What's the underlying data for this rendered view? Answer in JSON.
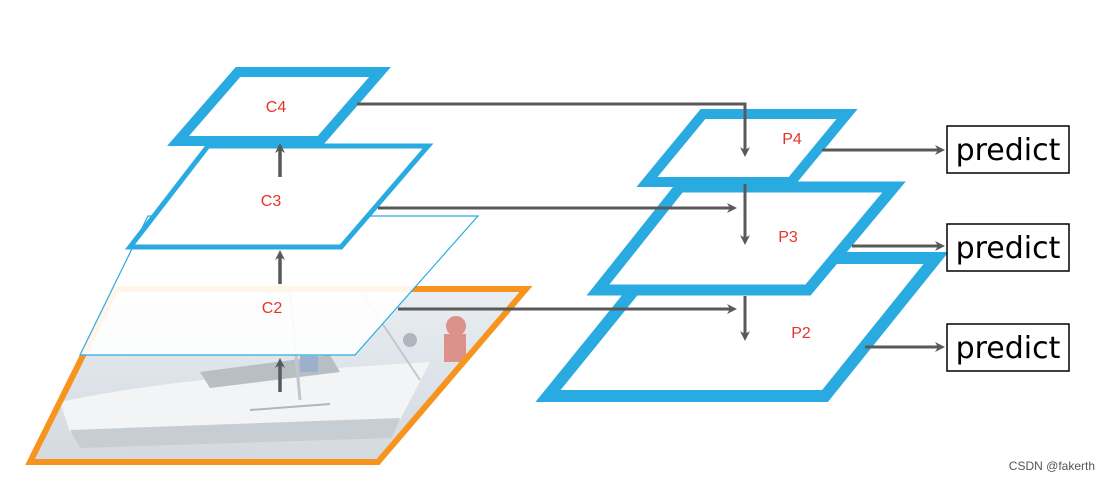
{
  "labels": {
    "c4": "C4",
    "c3": "C3",
    "c2": "C2",
    "p4": "P4",
    "p3": "P3",
    "p2": "P2"
  },
  "predict_boxes": [
    "predict",
    "predict",
    "predict"
  ],
  "watermark": "CSDN @fakerth",
  "colors": {
    "layer_stroke": "#29abe2",
    "image_border": "#f7941d",
    "arrow": "#595959",
    "label_text": "#e8332a"
  }
}
